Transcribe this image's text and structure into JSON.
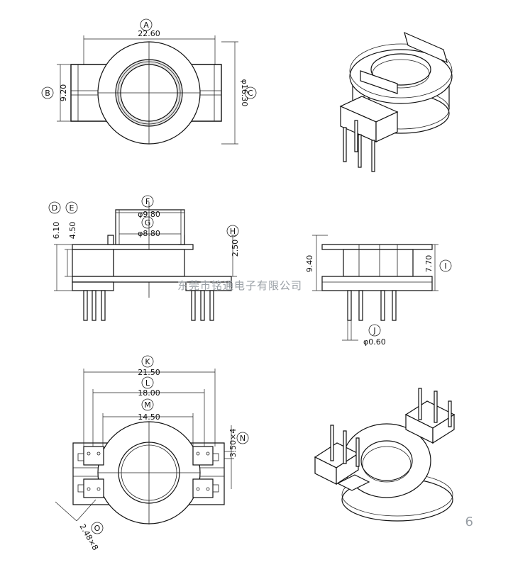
{
  "dimensions": {
    "A": {
      "label": "A",
      "value": "22.60"
    },
    "B": {
      "label": "B",
      "value": "9.20"
    },
    "C": {
      "label": "C",
      "value": "φ16.30"
    },
    "D": {
      "label": "D",
      "value": "6.10"
    },
    "E": {
      "label": "E",
      "value": "4.50"
    },
    "F": {
      "label": "F",
      "value": "φ9.80"
    },
    "G": {
      "label": "G",
      "value": "φ8.80"
    },
    "H": {
      "label": "H",
      "value": "2.50"
    },
    "I": {
      "label": "I",
      "value": "7.70"
    },
    "I_total": {
      "value": "9.40"
    },
    "J": {
      "label": "J",
      "value": "φ0.60"
    },
    "K": {
      "label": "K",
      "value": "21.50"
    },
    "L": {
      "label": "L",
      "value": "18.00"
    },
    "M": {
      "label": "M",
      "value": "14.50"
    },
    "N": {
      "label": "N",
      "value": "3.50×4"
    },
    "O": {
      "label": "O",
      "value": "2.48×8"
    }
  },
  "watermark": "东莞市铭通电子有限公司",
  "page_number": "6"
}
